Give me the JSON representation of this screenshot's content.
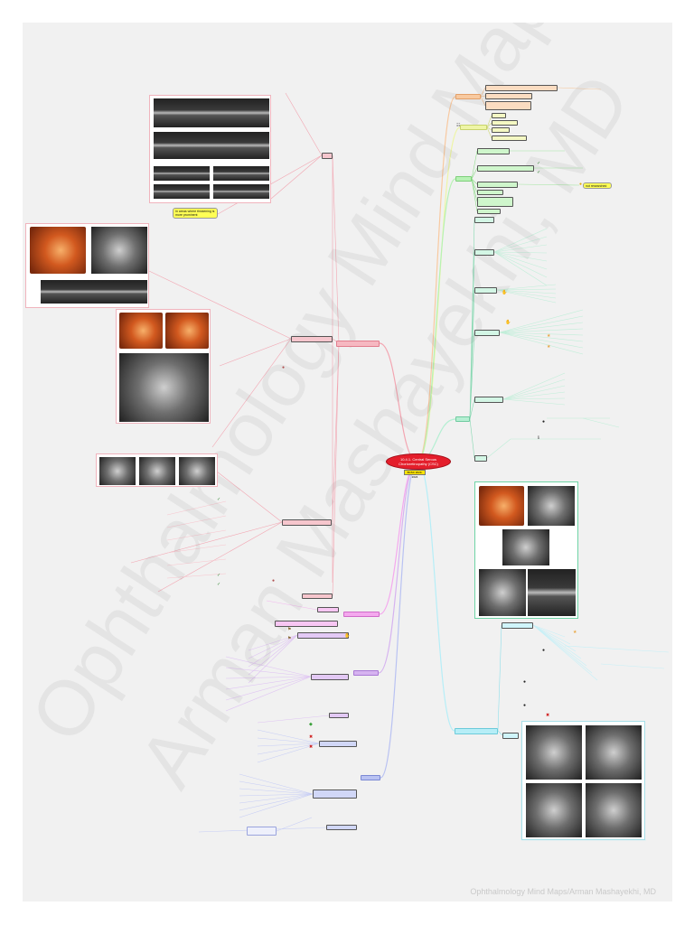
{
  "central": {
    "title": "10.4.1. Central Serous Chorioretinopathy (CSC)",
    "tag": "BCSC 2023-2024"
  },
  "notes": {
    "right_note": "not researched",
    "left_note": "In areas where thickening is more prominent"
  },
  "footer": "Ophthalmology Mind Maps/Arman Mashayekhi, MD",
  "watermark": {
    "line1": "Ophthalmology Mind Maps",
    "line2": "Arman Mashayekhi, MD"
  },
  "colors": {
    "central": "#e41e2b",
    "branch_pink": "#f3a6b2",
    "branch_orange": "#f8c9a0",
    "branch_yellow": "#eef5a6",
    "branch_green": "#b7f2b4",
    "branch_mint": "#b5efd3",
    "branch_cyan": "#b6eef7",
    "branch_violet": "#d6b3f0",
    "branch_magenta": "#f4a9ee",
    "branch_blue": "#b9c2f2"
  }
}
